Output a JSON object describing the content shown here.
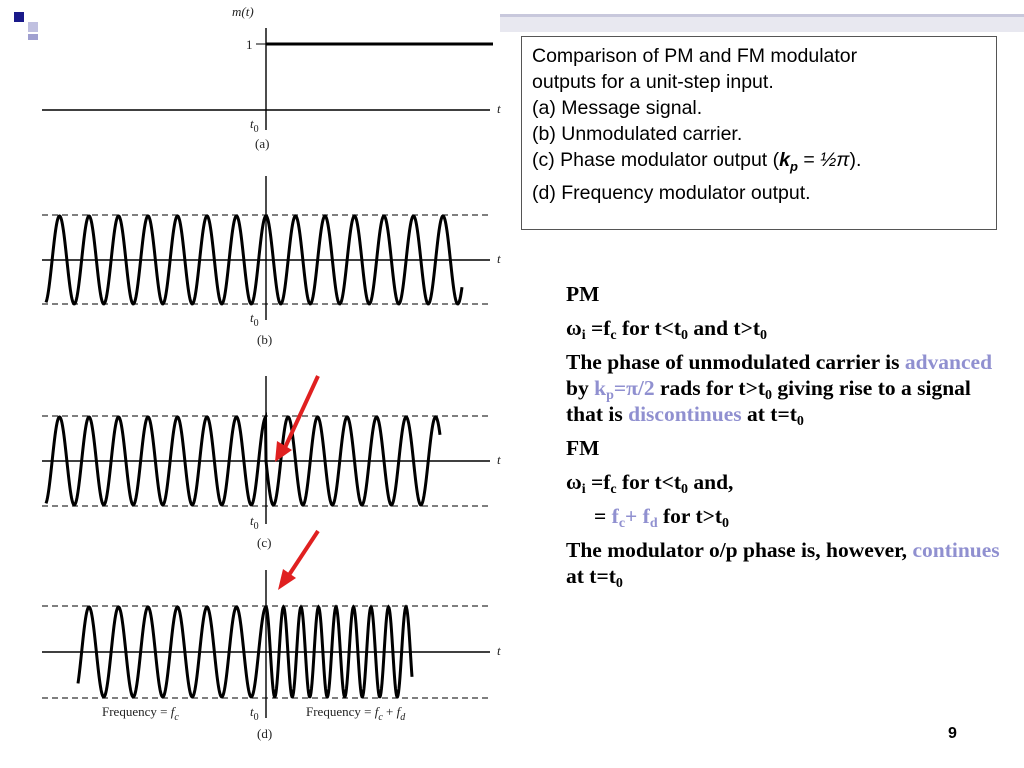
{
  "caption": {
    "lines": [
      "Comparison of PM and FM modulator",
      "outputs for a unit-step input.",
      "(a) Message signal.",
      "(b) Unmodulated carrier."
    ],
    "c_prefix": "(c) Phase modulator output (",
    "c_kp": "k",
    "c_kp_sub": "p",
    "c_mid": " = ",
    "c_value": "½π",
    "c_suffix": ").",
    "d_line": "(d) Frequency modulator output."
  },
  "plots": {
    "a": {
      "ylabel": "m(t)",
      "one": "1",
      "t0": "t",
      "t0_sub": "0",
      "t": "t",
      "label": "(a)"
    },
    "b": {
      "t0": "t",
      "t0_sub": "0",
      "t": "t",
      "label": "(b)"
    },
    "c": {
      "t0": "t",
      "t0_sub": "0",
      "t": "t",
      "label": "(c)"
    },
    "d": {
      "t0": "t",
      "t0_sub": "0",
      "t": "t",
      "label": "(d)",
      "freq_left_prefix": "Frequency = ",
      "freq_left_var": "f",
      "freq_left_sub": "c",
      "freq_right_prefix": "Frequency = ",
      "freq_right_var1": "f",
      "freq_right_sub1": "c",
      "freq_right_plus": " + ",
      "freq_right_var2": "f",
      "freq_right_sub2": "d"
    }
  },
  "text": {
    "pm_title": "PM",
    "pm_eq": {
      "omega": "ω",
      "sub_i": "i",
      "eq": " =f",
      "sub_c": "c",
      "rest": " for t<t",
      "sub_0": "0",
      "and": " and t>t",
      "sub_0b": "0"
    },
    "pm_para": {
      "p1": "The phase of unmodulated carrier is ",
      "advanced": "advanced",
      "p2": " by ",
      "kp": "k",
      "kp_sub": "p",
      "kp_val": "=π/2",
      "p3": " rads for t>t",
      "sub_0": "0",
      "p4": " giving rise to a signal that is ",
      "discontinues": "discontinues",
      "p5": " at t=t",
      "sub_0b": "0"
    },
    "fm_title": "FM",
    "fm_eq1": {
      "omega": "ω",
      "sub_i": "i",
      "eq": " =f",
      "sub_c": "c",
      "rest": " for t<t",
      "sub_0": "0",
      "end": " and,"
    },
    "fm_eq2": {
      "eq": "= ",
      "fc": "f",
      "fc_sub": "c",
      "plus": "+ ",
      "fd": "f",
      "fd_sub": "d",
      "rest": " for t>t",
      "sub_0": "0"
    },
    "fm_para": {
      "p1": "The modulator o/p phase is, however, ",
      "continues": "continues",
      "p2": " at t=t",
      "sub_0": "0"
    }
  },
  "page_number": "9",
  "colors": {
    "accent": "#9090d0",
    "arrow": "#e02020",
    "deco_dark": "#1a1a8a",
    "deco_light": "#b0b0d8"
  }
}
